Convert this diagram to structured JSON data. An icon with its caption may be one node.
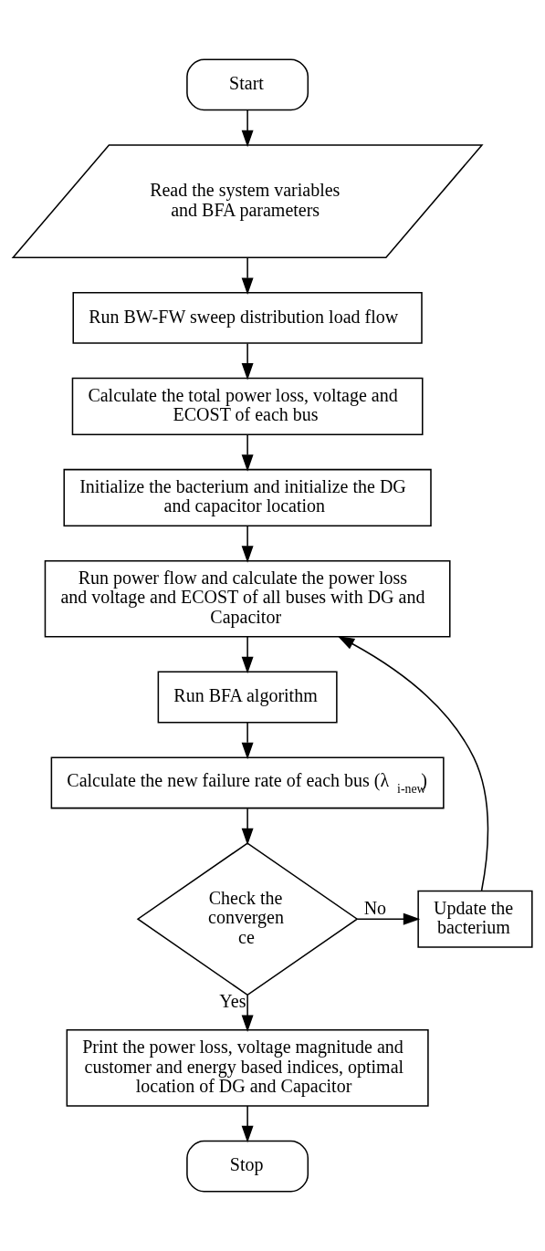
{
  "diagram": {
    "nodes": [
      {
        "text": [
          "Start"
        ]
      },
      {
        "text": [
          "Read the system variables and BFA parameters"
        ]
      },
      {
        "text": [
          "Run BW-FW sweep distribution load flow"
        ]
      },
      {
        "text": [
          "Calculate the total power loss, voltage and ECOST of each bus"
        ]
      },
      {
        "text": [
          "Initialize the bacterium and initialize the DG and capacitor location"
        ]
      },
      {
        "text": [
          "Run power flow and calculate the power loss and voltage and ECOST of all buses with DG and Capacitor"
        ]
      },
      {
        "text": [
          "Run BFA algorithm"
        ]
      },
      {
        "text": [
          "Calculate the new failure rate of each bus (λ$_{i-new}$)"
        ]
      },
      {
        "text": [
          "Check the convergen ce"
        ]
      },
      {
        "text": [
          "Update the bacterium"
        ]
      },
      {
        "text": [
          "Print the power loss, voltage magnitude and customer and energy based indices, optimal location of DG and Capacitor"
        ]
      },
      {
        "text": [
          "Stop"
        ]
      }
    ],
    "edges": [
      {
        "from": 0,
        "to": 1,
        "arrow": "to"
      },
      {
        "from": 1,
        "to": 2,
        "arrow": "to"
      },
      {
        "from": 2,
        "to": 3,
        "arrow": "to"
      },
      {
        "from": 3,
        "to": 4,
        "arrow": "to"
      },
      {
        "from": 4,
        "to": 5,
        "arrow": "to"
      },
      {
        "from": 5,
        "to": 6,
        "arrow": "to"
      },
      {
        "from": 6,
        "to": 7,
        "arrow": "to"
      },
      {
        "from": 7,
        "to": 8,
        "arrow": "to"
      },
      {
        "from": 8,
        "to": 9,
        "arrow": "to",
        "label": "No"
      },
      {
        "from": 8,
        "to": 10,
        "arrow": "to",
        "label": "Yes"
      },
      {
        "from": 9,
        "to": 5,
        "arrow": "to"
      },
      {
        "from": 10,
        "to": 11,
        "arrow": "to"
      }
    ]
  }
}
